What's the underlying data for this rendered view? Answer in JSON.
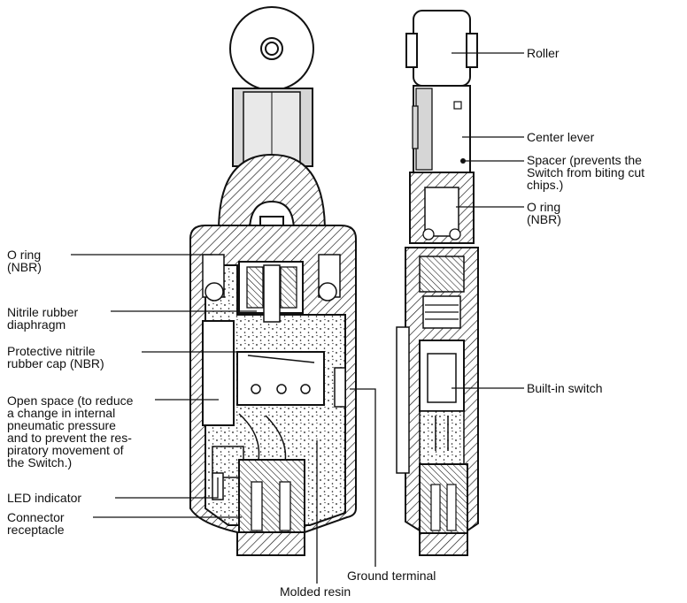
{
  "colors": {
    "ink": "#111111",
    "fill": "#d6d6d6",
    "paper": "#ffffff"
  },
  "labels": {
    "roller": "Roller",
    "center_lever": "Center lever",
    "spacer": "Spacer (prevents the\nSwitch from biting cut\nchips.)",
    "o_ring_right": "O ring\n(NBR)",
    "o_ring_left": "O ring\n(NBR)",
    "nitrile_diaphragm": "Nitrile rubber\ndiaphragm",
    "protective_cap": "Protective nitrile\nrubber cap (NBR)",
    "open_space": "Open space (to reduce\na change in internal\npneumatic pressure\nand to prevent the res-\npiratory movement of\nthe Switch.)",
    "led_indicator": "LED indicator",
    "connector_receptacle": "Connector\nreceptacle",
    "builtin_switch": "Built-in switch",
    "ground_terminal": "Ground terminal",
    "molded_resin": "Molded resin"
  }
}
